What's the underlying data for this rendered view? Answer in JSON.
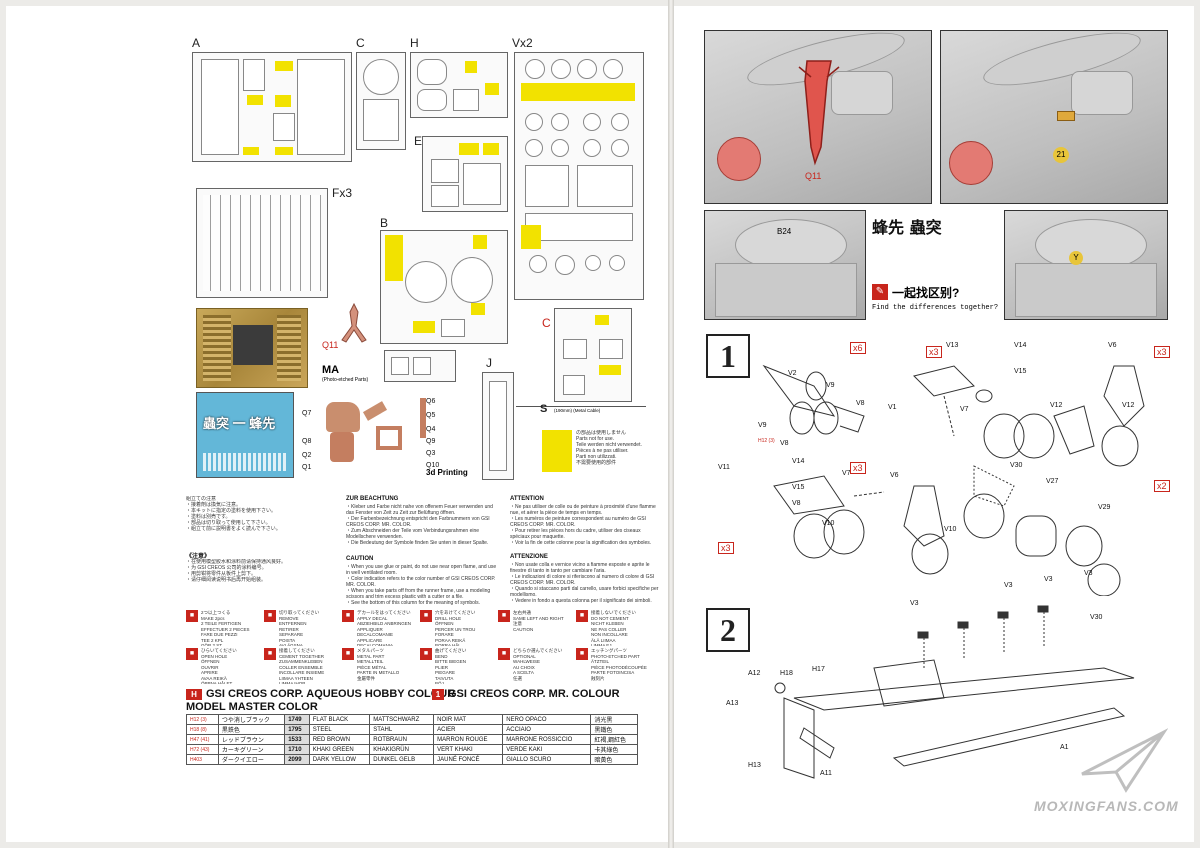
{
  "left_page": {
    "sprues": {
      "A": "A",
      "C": "C",
      "H": "H",
      "Vx2": "Vx2",
      "E": "E",
      "Fx3": "Fx3",
      "B": "B",
      "Q11": "Q11",
      "MA": "MA",
      "MA_sub": "(Photo-etched Parts)",
      "C_red": "C",
      "J": "J",
      "S": "S",
      "S_sub": "(190mm) (Metal Cable)"
    },
    "q_parts": [
      "Q6",
      "Q5",
      "Q4",
      "Q9",
      "Q2",
      "Q3",
      "Q10",
      "Q7",
      "Q8",
      "Q1"
    ],
    "printing_note": "3d Printing",
    "unused_note": "の部品は使用しません\nParts not for use.\nTeile werden nicht verwendet.\nPièces à ne pas utiliser.\nParti non utilizzati.\n不需要使用的部件",
    "decal_text": "蟲突 一 蜂先",
    "notes": {
      "japanese": "組立ての注意\n・接着剤は換気に注意。\n・本キットに指定の塗料を使用下さい。\n・塗料は別売です。\n・部品は切り取って使用して下さい。\n・組立て前に説明書をよく読んで下さい。",
      "chinese_title": "《注意》",
      "chinese": "・在使用模型胶水和涂料前请保持通风良好。\n・为 GSI CREOS 公司的涂料编号。\n・用剪钳将零件从板件上剪下。\n・请仔细阅读说明书后再开始组装。",
      "german_title": "ZUR BEACHTUNG",
      "german": "・Kleber und Farbe nicht nahe von offenem Feuer verwenden und das Fenster von Zeit zu Zeit zur Belüftung öffnen.\n・Der Farbenbezeichnung entspricht den Farbnummern von GSI CREOS CORP. MR. COLOR.\n・Zum Abschneiden der Teile vom Verbindungsrahmen eine Modellschere verwenden.\n・Die Bedeutung der Symbole finden Sie unten in dieser Spalte.",
      "caution_title": "CAUTION",
      "caution": "・When you use glue or paint, do not use near open flame, and use in well ventilated room.\n・Color indication refers to the color number of GSI CREOS CORP. MR. COLOR.\n・When you take parts off from the runner frame, use a modeling scissors and trim excess plastic with a cutter or a file.\n・See the bottom of this column for the meaning of symbols.",
      "french_title": "ATTENTION",
      "french": "・Ne pas utiliser de colle ou de peinture à proximité d'une flamme nue, et aérer la pièce de temps en temps.\n・Les numéros de peinture correspondent au numéro de GSI CREOS CORP. MR. COLOR.\n・Pour retirer les pièces hors du cadre, utiliser des ciseaux spéciaux pour maquette.\n・Voir la fin de cette colonne pour la signification des symboles.",
      "italian_title": "ATTENZIONE",
      "italian": "・Non usate colla e vernice vicino a fiamme esposte e aprite le finestre di tanto in tanto per cambiare l'aria.\n・Le indicazioni di colore si riferiscono al numero di colore di GSI CREOS CORP. MR. COLOR.\n・Quando si staccano parti dal carrello, usare forbici specifiche per modellismo.\n・Vedere in fondo a questa colonna per il significato dei simboli."
    },
    "symbols": [
      "2つ以上つくる\nMAKE 2pcs\n2 TEILE FERTIGEN\nEFFECTUER 2 PIECES\nFARE DUE PEZZI\nTEE 2 KPL\nGÖR 2 ST\n製作二個",
      "切り取ってください\nREMOVE\nENTFERNEN\nRETIRER\nSEPARARE\nPOISTA\nAVLÄGSNA\n切去",
      "デカールをはってください\nAPPLY DECAL\nABZIEHBILD ANBRINGEN\nAPPLIQUER DECALCOMANIE\nAPPLICARE DECALCOMANIA\nASETA SIIRTOKUVA\nAPPLICERA DEKALEN\n貼上水貼",
      "穴をあけてください\nDRILL HOLE\nÖFFNEN\nPERCER UN TROU\nFORARE\nPORAA REIKÄ\nBORRA HÅL\n鑽孔",
      "左右共通\nSAME LEFT AND RIGHT\n注意\nCAUTION",
      "接着しないでください\nDO NOT CEMENT\nNICHT KLEBEN\nNE PAS COLLER\nNON INCOLLARE\nÄLÄ LIIMAA\nLIMMA EJ\n不需黏合",
      "ひらいてください\nOPEN HOLE\nÖFFNEN\nOUVRIR\nAPRIRE\nAVAA REIKÄ\nÖPPNA HÅLET\n開孔",
      "接着してください\nCEMENT TOGETHER\nZUSAMMENKLEBEN\nCOLLER ENSEMBLE\nINCOLLARE INSIEME\nLIIMAA YHTEEN\nLIMMA IHOP\n黏合",
      "メタルパーツ\nMETAL PART\nMETALLTEIL\nPIÈCE MÉTAL\nPARTE IN METALLO\n金屬零件",
      "曲げてください\nBEND\nBITTE BIEGEN\nPLIER\nPIEGARE\nTAIVUTA\nBÖJ\n彎曲",
      "どちらか選んでください\nOPTIONAL\nWAHLWEISE\nAU CHOIX\nA SCELTA\n任選",
      "エッチングパーツ\nPHOTO-ETCHED PART\nÄTZTEIL\nPIÈCE PHOTODÉCOUPÉE\nPARTE FOTOINCISA\n蝕刻片"
    ],
    "color_header_left": "GSI CREOS CORP. AQUEOUS HOBBY COLOUR",
    "color_header_right": "GSI CREOS CORP. MR. COLOUR",
    "color_header_left_badge": "H",
    "color_header_right_badge": "1",
    "model_master": "MODEL MASTER COLOR",
    "colors": [
      {
        "code": "H12 (3)",
        "jp": "つや消しブラック",
        "mm": "1749",
        "en": "FLAT BLACK",
        "de": "MATTSCHWARZ",
        "fr": "NOIR MAT",
        "it": "NERO OPACO",
        "zh": "消光黑",
        "swatch": "#1a1a1a"
      },
      {
        "code": "H18 (8)",
        "jp": "黒鉄色",
        "mm": "1795",
        "en": "STEEL",
        "de": "STAHL",
        "fr": "ACIER",
        "it": "ACCIAIO",
        "zh": "黑鐵色",
        "swatch": "#4a4e54"
      },
      {
        "code": "H47 (41)",
        "jp": "レッドブラウン",
        "mm": "1533",
        "en": "RED BROWN",
        "de": "ROTBRAUN",
        "fr": "MARRON ROUGE",
        "it": "MARRONE ROSSICCIO",
        "zh": "紅褐,鋼紅色",
        "swatch": "#7a2e1e"
      },
      {
        "code": "H72 (43)",
        "jp": "カーキグリーン",
        "mm": "1710",
        "en": "KHAKI GREEN",
        "de": "KHAKIGRÜN",
        "fr": "VERT KHAKI",
        "it": "VERDE KAKI",
        "zh": "卡其綠色",
        "swatch": "#5b5a36"
      },
      {
        "code": "H403",
        "jp": "ダークイエロー",
        "mm": "2099",
        "en": "DARK YELLOW",
        "de": "DUNKEL GELB",
        "fr": "JAUNÉ FONCÉ",
        "it": "GIALLO SCURO",
        "zh": "暗黃色",
        "swatch": "#b8a15a"
      }
    ]
  },
  "right_page": {
    "photo_labels": [
      "Q11",
      "21",
      "B24",
      "Y"
    ],
    "calligraphy": "蜂先   蟲突",
    "spot_diff_title": "一起找区别?",
    "spot_diff_sub": "Find the differences together?",
    "step1": "1",
    "step2": "2",
    "step1_parts": [
      "V2",
      "V9",
      "V8",
      "V9",
      "V8",
      "V1",
      "V13",
      "V14",
      "V15",
      "V7",
      "V12",
      "V6",
      "V12",
      "V11",
      "V14",
      "V7",
      "V15",
      "V8",
      "V10",
      "V6",
      "V10",
      "V30",
      "V27",
      "V29",
      "V30"
    ],
    "step1_mult": [
      "x6",
      "x3",
      "x3",
      "x3",
      "x3",
      "x2"
    ],
    "step1_color": "H12 (3)",
    "step2_parts": [
      "V3",
      "V3",
      "V3",
      "V3",
      "A12",
      "H18",
      "H17",
      "A13",
      "H13",
      "A11",
      "A1"
    ],
    "watermark": "MOXINGFANS.COM"
  }
}
